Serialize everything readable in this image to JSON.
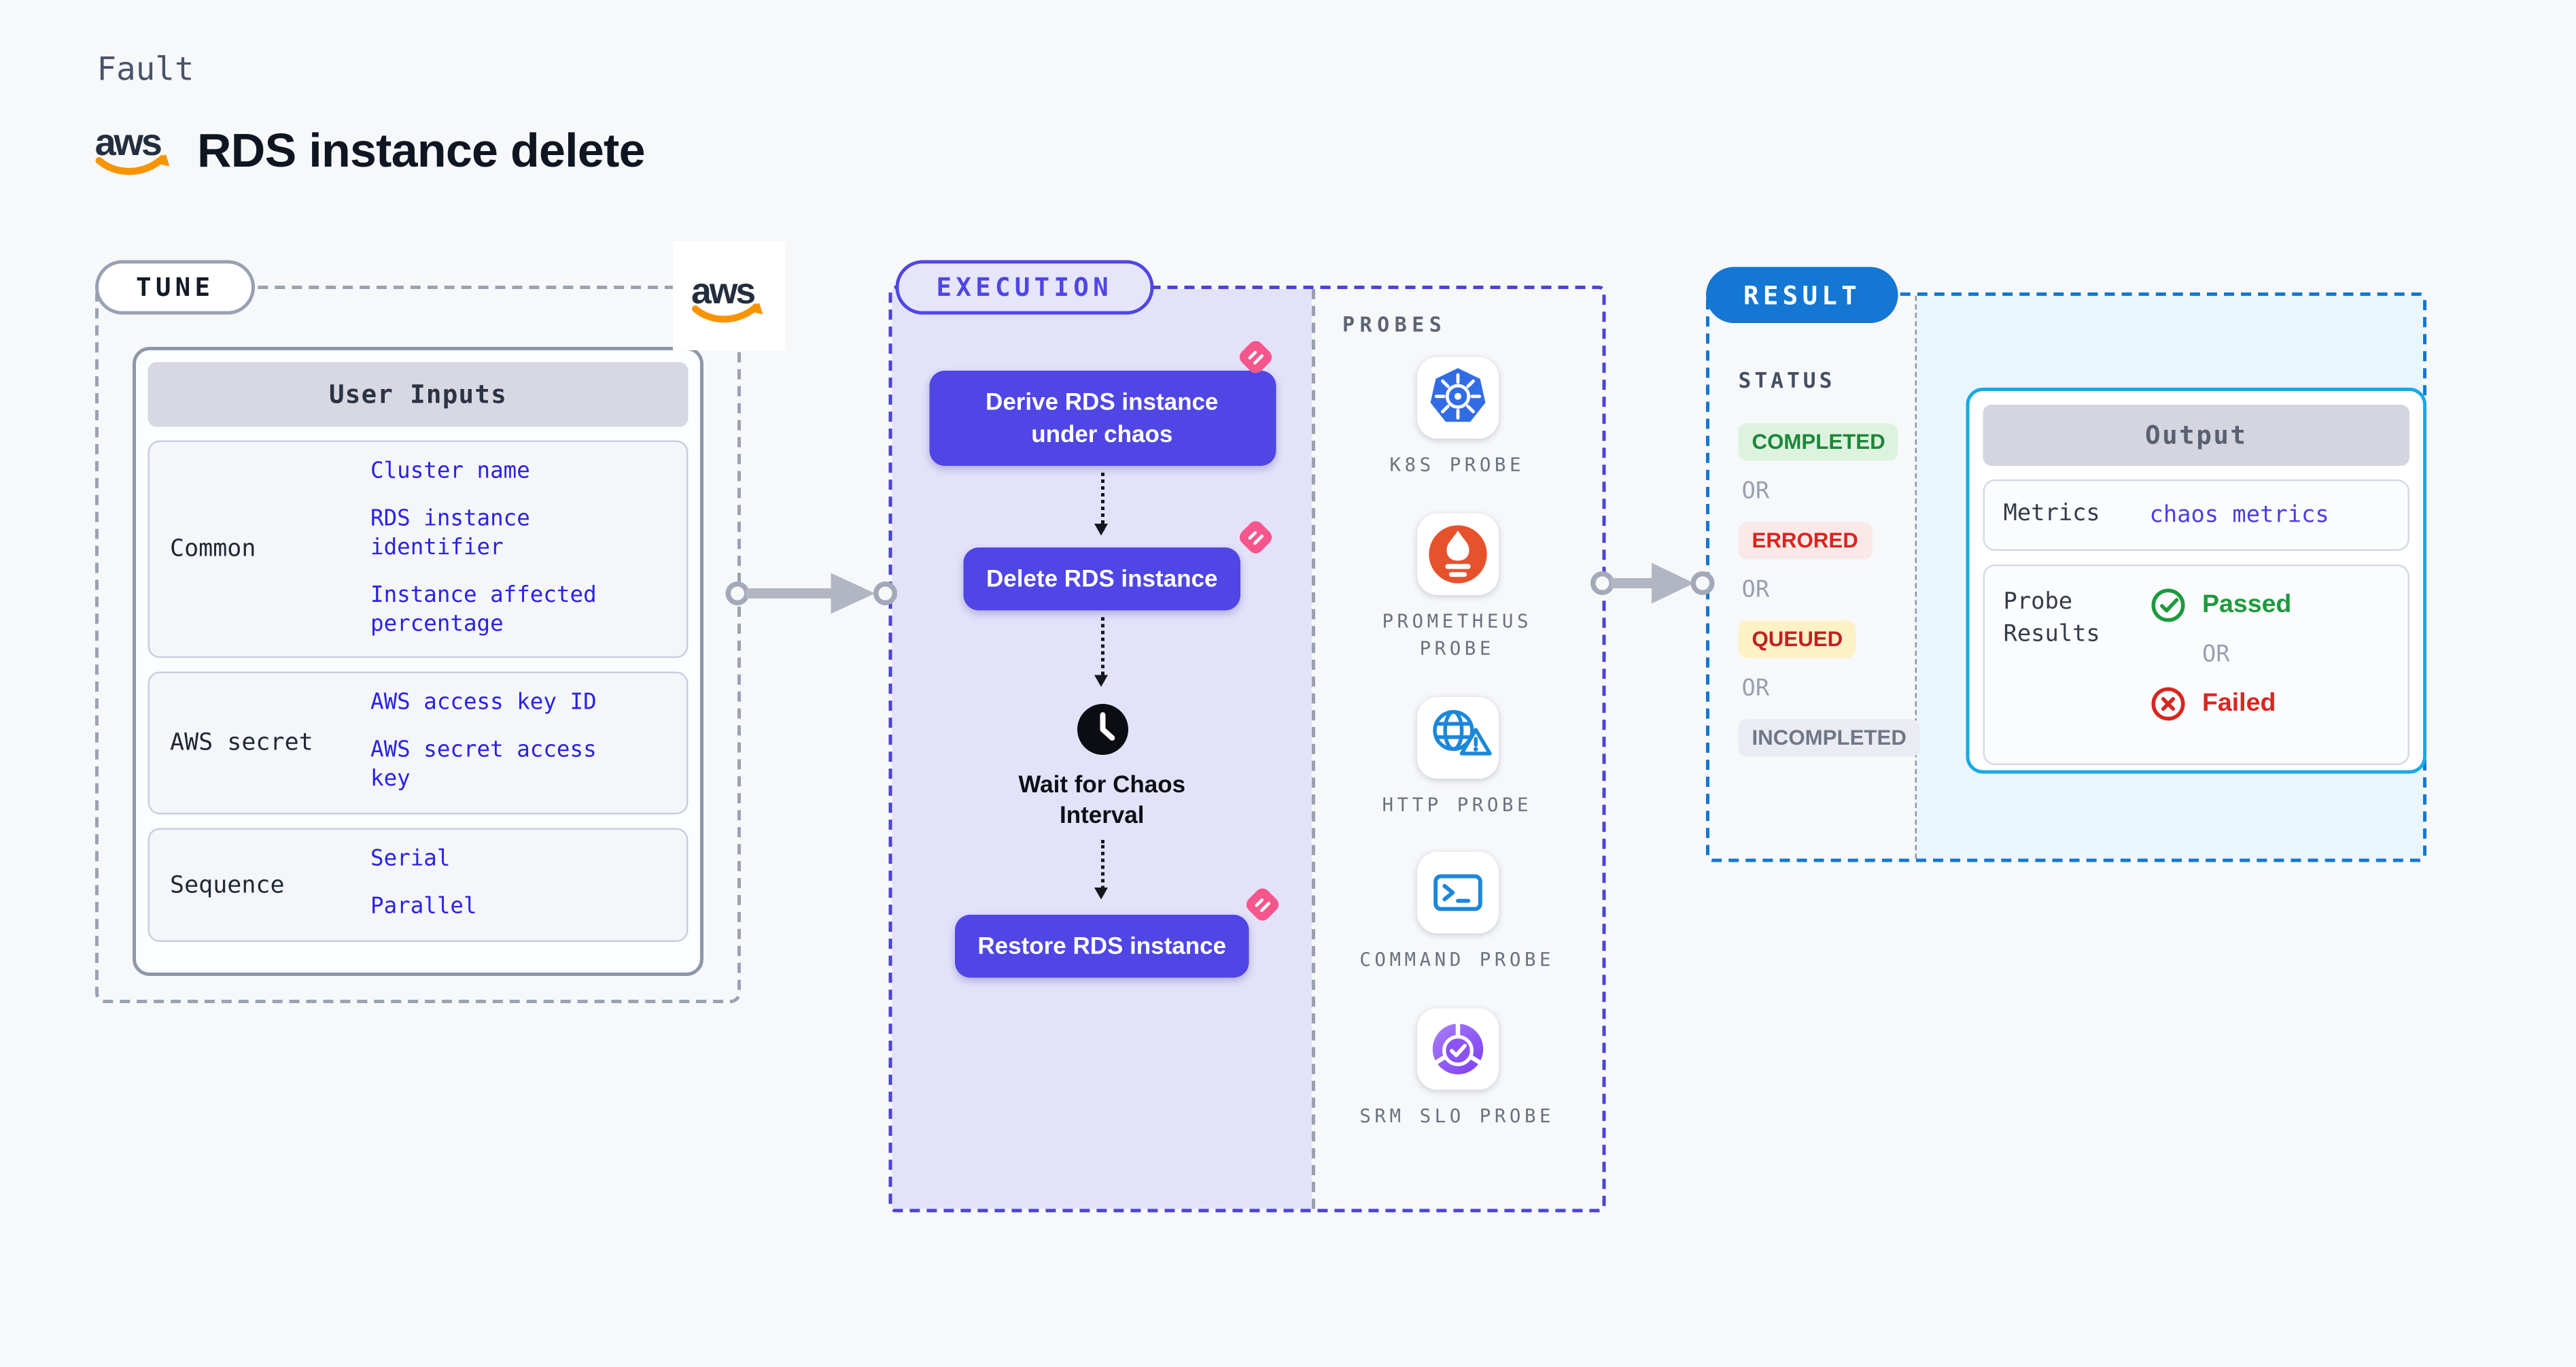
{
  "page": {
    "background": "#f7f8fa",
    "kind_label": "Fault",
    "title": "RDS instance delete",
    "brand": "aws"
  },
  "tune": {
    "badge": "TUNE",
    "user_inputs": {
      "header": "User Inputs",
      "rows": [
        {
          "label": "Common",
          "links": [
            "Cluster name",
            "RDS instance identifier",
            "Instance affected percentage"
          ]
        },
        {
          "label": "AWS secret",
          "links": [
            "AWS access key ID",
            "AWS secret access key"
          ]
        },
        {
          "label": "Sequence",
          "links": [
            "Serial",
            "Parallel"
          ]
        }
      ]
    }
  },
  "execution": {
    "badge": "EXECUTION",
    "steps": {
      "derive": "Derive RDS instance under chaos",
      "delete": "Delete RDS instance",
      "wait": "Wait for Chaos Interval",
      "restore": "Restore RDS instance"
    },
    "probes": {
      "title": "PROBES",
      "items": [
        {
          "label": "K8S PROBE",
          "icon": "kubernetes-icon"
        },
        {
          "label": "PROMETHEUS PROBE",
          "icon": "prometheus-icon"
        },
        {
          "label": "HTTP PROBE",
          "icon": "http-globe-warning-icon"
        },
        {
          "label": "COMMAND PROBE",
          "icon": "terminal-icon"
        },
        {
          "label": "SRM SLO PROBE",
          "icon": "slo-gauge-check-icon"
        }
      ]
    }
  },
  "result": {
    "badge": "RESULT",
    "status": {
      "title": "STATUS",
      "or_label": "OR",
      "badges": [
        {
          "label": "COMPLETED",
          "fg": "#1b8739",
          "bg": "#def3df"
        },
        {
          "label": "ERRORED",
          "fg": "#d8261f",
          "bg": "#fbe9e9"
        },
        {
          "label": "QUEUED",
          "fg": "#c32020",
          "bg": "#fdf1c6"
        },
        {
          "label": "INCOMPLETED",
          "fg": "#6f7787",
          "bg": "#ebecf3"
        }
      ]
    },
    "output": {
      "header": "Output",
      "metrics_label": "Metrics",
      "metrics_link": "chaos metrics",
      "probe_results_label": "Probe Results",
      "passed": "Passed",
      "or_label": "OR",
      "failed": "Failed"
    }
  },
  "colors": {
    "accent_indigo": "#4f46e5",
    "execution_fill": "#e4e2f9",
    "execution_dash": "#4a43d8",
    "tune_dash": "#9aa3b2",
    "result_blue": "#1377d3",
    "result_fill": "#e9f6fc",
    "output_border": "#18a9e4",
    "link_blue": "#2a22e5",
    "value_link_blue": "#4a3fe2",
    "passed_green": "#1d9a3d",
    "failed_red": "#d8261f",
    "aws_navy": "#232f3e",
    "aws_orange": "#f79400",
    "chaos_pink": "#f6568c",
    "kubernetes_blue": "#326ce5",
    "prometheus_orange": "#e6522c",
    "probe_icon_blue": "#1b87da",
    "srm_purple": "#8b52f4"
  }
}
